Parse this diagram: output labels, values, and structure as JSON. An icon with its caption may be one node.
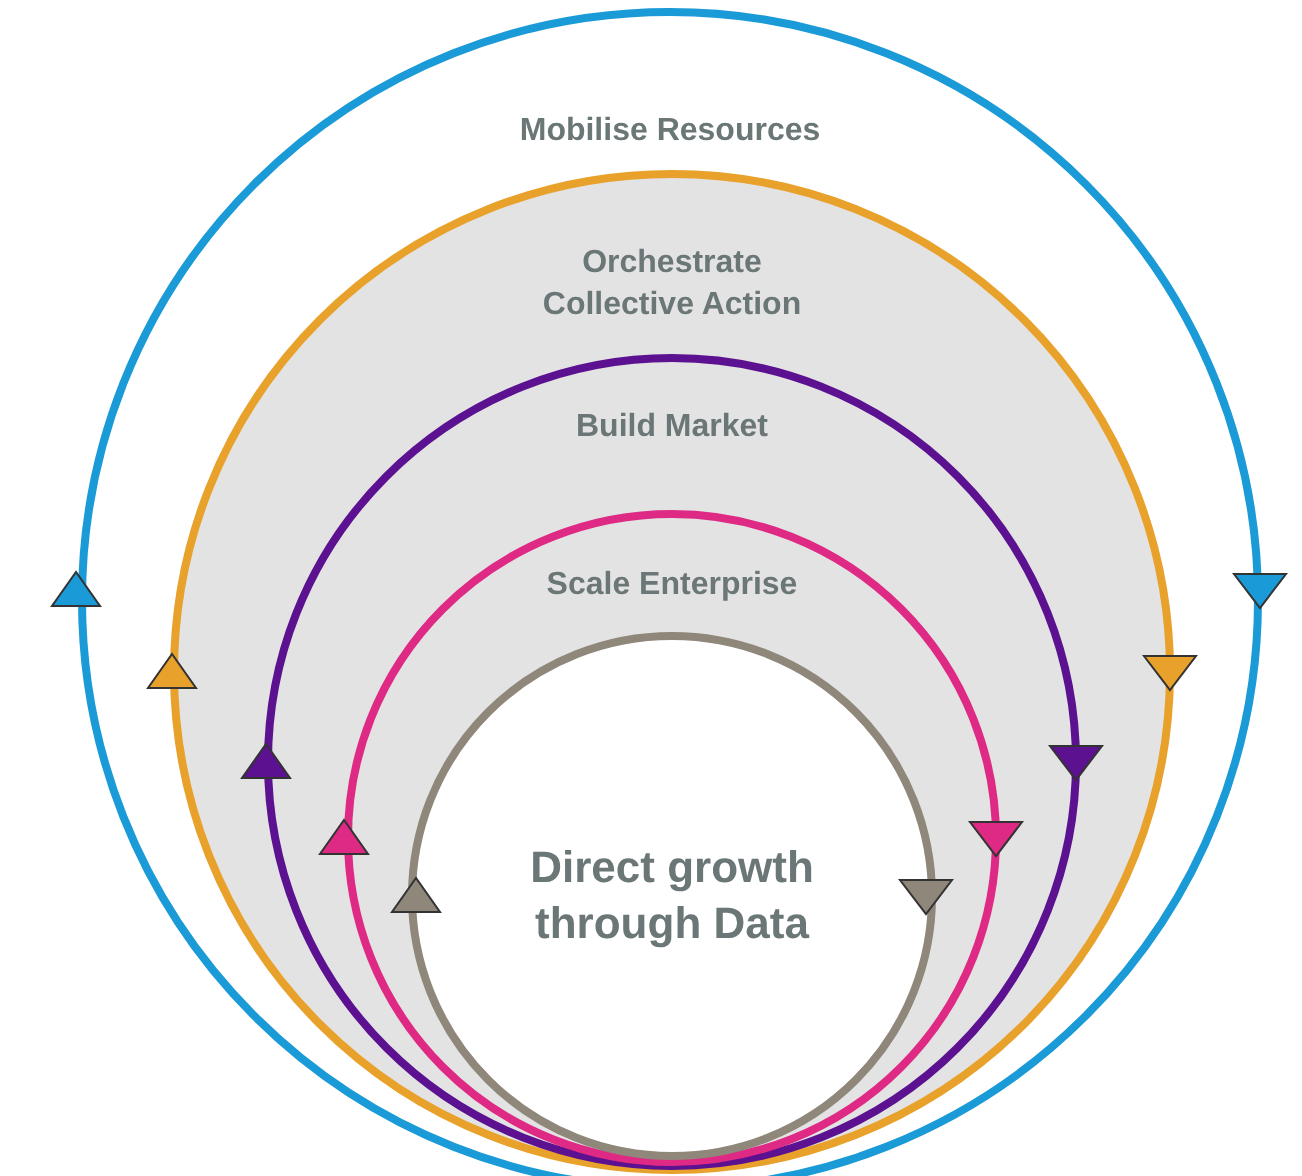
{
  "diagram": {
    "nodes": [
      {
        "text": [
          "Mobilise Resources"
        ]
      },
      {
        "text": [
          "Orchestrate Collective Action"
        ],
        "in": 0
      },
      {
        "text": [
          "Build Market"
        ],
        "in": 1
      },
      {
        "text": [
          "Scale Enterprise"
        ],
        "in": 2
      },
      {
        "text": [
          "Direct growth through Data"
        ],
        "in": 3
      }
    ]
  }
}
